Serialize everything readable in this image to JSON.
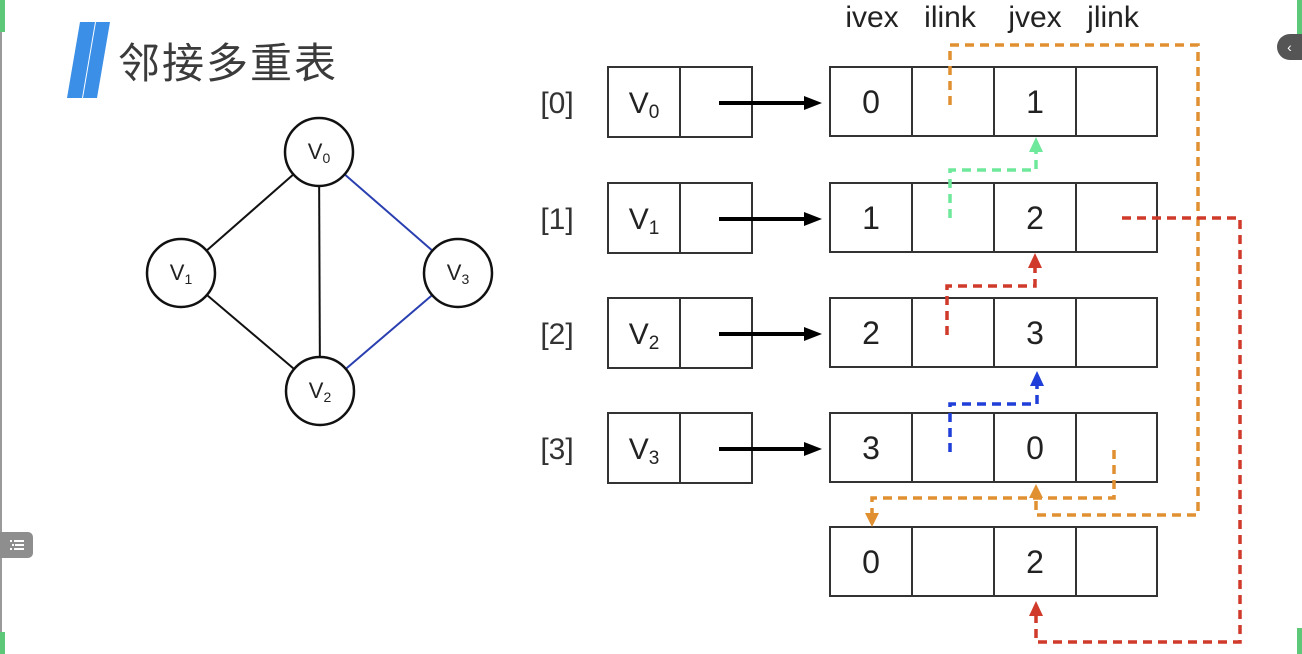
{
  "title": "邻接多重表",
  "colors": {
    "accent_blue": "#3b8fe6",
    "orange": "#e09030",
    "green": "#6ee89a",
    "red": "#d03a2a",
    "blue": "#1f3fd8",
    "graph_blue_edge": "#2a3fb0"
  },
  "graph": {
    "nodes": [
      {
        "id": "v0",
        "label": "V",
        "sub": "0"
      },
      {
        "id": "v1",
        "label": "V",
        "sub": "1"
      },
      {
        "id": "v2",
        "label": "V",
        "sub": "2"
      },
      {
        "id": "v3",
        "label": "V",
        "sub": "3"
      }
    ],
    "edges": [
      {
        "from": "v0",
        "to": "v1",
        "color": "black"
      },
      {
        "from": "v0",
        "to": "v2",
        "color": "black"
      },
      {
        "from": "v1",
        "to": "v2",
        "color": "black"
      },
      {
        "from": "v0",
        "to": "v3",
        "color": "blue"
      },
      {
        "from": "v3",
        "to": "v2",
        "color": "blue"
      }
    ]
  },
  "column_headers": [
    "ivex",
    "ilink",
    "jvex",
    "jlink"
  ],
  "vertex_table": [
    {
      "index": "[0]",
      "label": "V",
      "sub": "0"
    },
    {
      "index": "[1]",
      "label": "V",
      "sub": "1"
    },
    {
      "index": "[2]",
      "label": "V",
      "sub": "2"
    },
    {
      "index": "[3]",
      "label": "V",
      "sub": "3"
    }
  ],
  "edge_nodes": [
    {
      "ivex": "0",
      "ilink": "",
      "jvex": "1",
      "jlink": ""
    },
    {
      "ivex": "1",
      "ilink": "",
      "jvex": "2",
      "jlink": ""
    },
    {
      "ivex": "2",
      "ilink": "",
      "jvex": "3",
      "jlink": ""
    },
    {
      "ivex": "3",
      "ilink": "",
      "jvex": "0",
      "jlink": ""
    },
    {
      "ivex": "0",
      "ilink": "",
      "jvex": "2",
      "jlink": ""
    }
  ],
  "controls": {
    "toc_icon": "list-icon",
    "collapse_icon": "chevron-left-icon",
    "collapse_glyph": "‹"
  }
}
